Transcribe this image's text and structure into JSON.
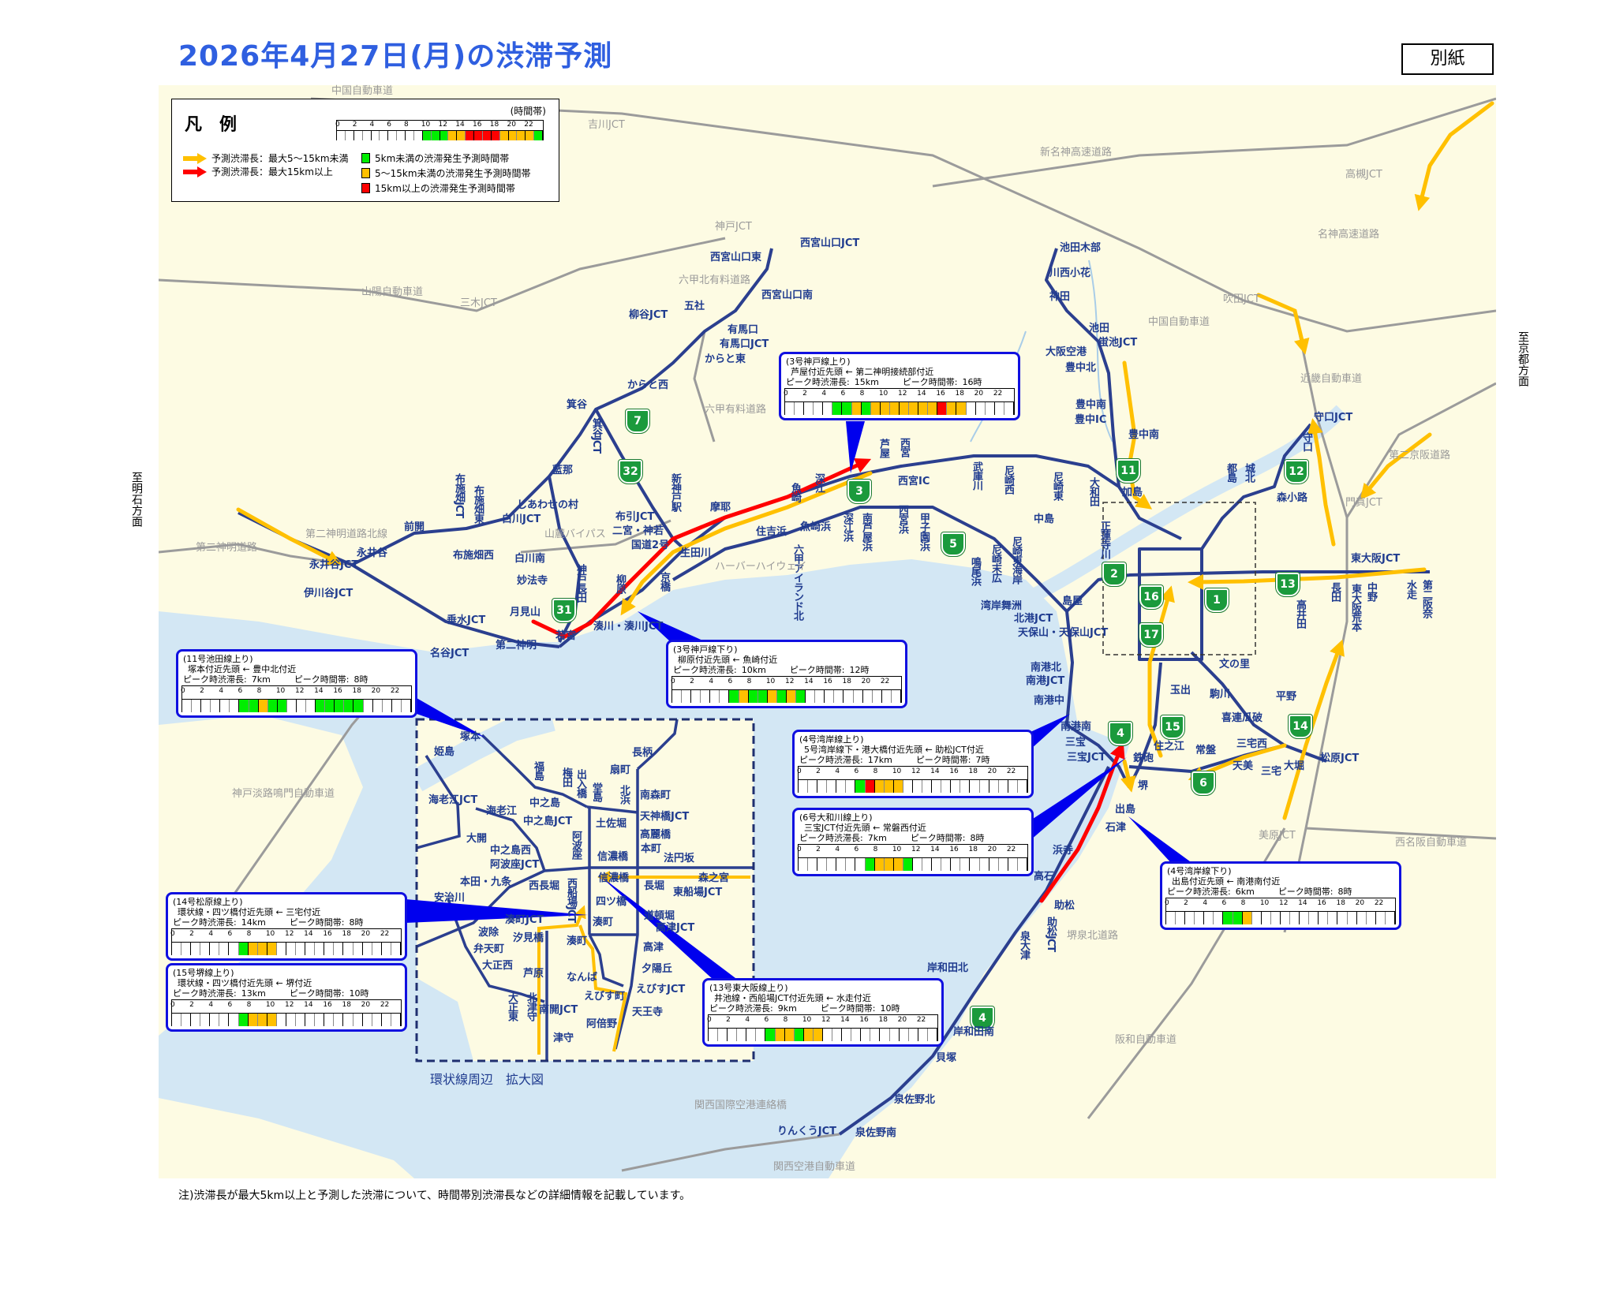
{
  "header": {
    "title": "2026年4月27日(月)の渋滞予測",
    "attachment_label": "別紙"
  },
  "side_labels": {
    "west": "至明石方面",
    "east": "至京都方面"
  },
  "colors": {
    "green": "#00ee00",
    "orange": "#ffc000",
    "red": "#ff0000",
    "white": "#ffffff",
    "route": "#2b3f8f",
    "callout_border": "#1010e0",
    "sea": "#d3e7f4",
    "land": "#fdfbe3"
  },
  "legend": {
    "title": "凡　例",
    "time_band_label": "(時間帯)",
    "hours": [
      "0",
      "2",
      "4",
      "6",
      "8",
      "10",
      "12",
      "14",
      "16",
      "18",
      "20",
      "22"
    ],
    "sample_cells": "wwwwwwwwwwgggoorrrroooog",
    "arrow_orange": "予測渋滞長：最大5～15km未満",
    "arrow_red": "予測渋滞長：最大15km以上",
    "swatch_green": "5km未満の渋滞発生予測時間帯",
    "swatch_orange": "5～15km未満の渋滞発生予測時間帯",
    "swatch_red": "15km以上の渋滞発生予測時間帯"
  },
  "callout_labels": {
    "peak_length": "ピーク時渋滞長:",
    "peak_time": "ピーク時間帯:"
  },
  "callouts": [
    {
      "route": "(3号神戸線上り)",
      "section": "芦屋付近先頭 ← 第二神明接続部付近",
      "peak_length": "15km",
      "peak_time": "16時",
      "cells": "wwwwwggogoooooooroowwwww"
    },
    {
      "route": "(3号神戸線下り)",
      "section": "柳原付近先頭 ← 魚崎付近",
      "peak_length": "10km",
      "peak_time": "12時",
      "cells": "wwwwwwgoggogogwwwwwwwwww"
    },
    {
      "route": "(11号池田線上り)",
      "section": "塚本付近先頭 ← 豊中北付近",
      "peak_length": "7km",
      "peak_time": "8時",
      "cells": "wwwwwwggoggwwwgggggwwwww"
    },
    {
      "route": "(4号湾岸線上り)",
      "section": "5号湾岸線下・港大橋付近先頭 ← 助松JCT付近",
      "peak_length": "17km",
      "peak_time": "7時",
      "cells": "wwwwwwgrooowwwwwwwwwwwww"
    },
    {
      "route": "(6号大和川線上り)",
      "section": "三宝JCT付近先頭 ← 常磐西付近",
      "peak_length": "7km",
      "peak_time": "8時",
      "cells": "wwwwwwwgooogwwwwwwwwwwww"
    },
    {
      "route": "(4号湾岸線下り)",
      "section": "出島付近先頭 ← 南港南付近",
      "peak_length": "6km",
      "peak_time": "8時",
      "cells": "wwwwwwggowwwwwwwwwwwwwww"
    },
    {
      "route": "(14号松原線上り)",
      "section": "環状線・四ツ橋付近先頭 ← 三宅付近",
      "peak_length": "14km",
      "peak_time": "8時",
      "cells": "wwwwwwwgooowwwwwwwwwwwww"
    },
    {
      "route": "(15号堺線上り)",
      "section": "環状線・四ツ橋付近先頭 ← 堺付近",
      "peak_length": "13km",
      "peak_time": "10時",
      "cells": "wwwwwwwgooowwwwwwwwwwwww"
    },
    {
      "route": "(13号東大阪線上り)",
      "section": "井池線・西船場JCT付近先頭 ← 水走付近",
      "peak_length": "9km",
      "peak_time": "10時",
      "cells": "wwwwwwgoogoowwwwwwwwwwww"
    }
  ],
  "map": {
    "stations": [
      "西宮山口JCT",
      "西宮山口東",
      "西宮山口南",
      "五社",
      "柳谷JCT",
      "有馬口",
      "有馬口JCT",
      "からと東",
      "からと西",
      "箕谷",
      "箕谷JCT",
      "藍那",
      "しあわせの村",
      "白川JCT",
      "布引JCT",
      "二宮・神若",
      "国道2号",
      "新神戸駅",
      "白川南",
      "妙法寺",
      "神戸長田",
      "月見山",
      "若宮",
      "湊川・湊川JCT",
      "第二神明",
      "垂水JCT",
      "名谷JCT",
      "伊川谷JCT",
      "永井谷JCT",
      "永井谷",
      "前開",
      "布施畑JCT",
      "布施畑東",
      "布施畑西",
      "生田川",
      "京橋",
      "柳原",
      "摩耶",
      "住吉浜",
      "魚崎浜",
      "魚崎",
      "深江",
      "芦屋",
      "西宮",
      "西宮IC",
      "武庫川",
      "尼崎西",
      "尼崎東",
      "六甲アイランド北",
      "深江浜",
      "南芦屋浜",
      "西宮浜",
      "甲子園浜",
      "鳴尾浜",
      "尼崎末広",
      "尼崎東海岸",
      "湾岸舞洲",
      "北港JCT",
      "中島",
      "島屋",
      "天保山・天保山JCT",
      "南港北",
      "南港JCT",
      "南港中",
      "南港南",
      "三宝",
      "三宝JCT",
      "鉄砲",
      "堺",
      "出島",
      "石津",
      "浜寺",
      "高石",
      "助松",
      "助松JCT",
      "泉大津",
      "岸和田北",
      "岸和田南",
      "貝塚",
      "泉佐野北",
      "泉佐野南",
      "りんくうJCT",
      "池田木部",
      "川西小花",
      "神田",
      "池田",
      "蛍池JCT",
      "大阪空港",
      "豊中北",
      "豊中南",
      "豊中IC",
      "豊中南",
      "加島",
      "大和田",
      "守口JCT",
      "守口",
      "都島",
      "城北",
      "森小路",
      "東大阪JCT",
      "高井田",
      "長田",
      "東大阪荒本",
      "中野",
      "水走",
      "第二阪奈",
      "文の里",
      "玉出",
      "駒川",
      "平野",
      "喜連瓜破",
      "住之江",
      "常盤",
      "三宅西",
      "三宅",
      "天美",
      "大堀",
      "松原JCT",
      "正蓮寺川"
    ],
    "inset_stations": [
      "塚本",
      "姫島",
      "福島",
      "梅田",
      "出入橋",
      "堂島",
      "扇町",
      "長柄",
      "南森町",
      "北浜",
      "天神橋JCT",
      "海老江JCT",
      "海老江",
      "中之島",
      "中之島JCT",
      "土佐堀",
      "高麗橋",
      "大開",
      "阿波座",
      "本町",
      "中之島西",
      "信濃橋",
      "法円坂",
      "阿波座JCT",
      "本田・九条",
      "西長堀",
      "信濃橋",
      "森之宮",
      "長堀",
      "東船場JCT",
      "安治川",
      "西船場JCT",
      "四ツ橋",
      "道頓堀",
      "湊町JCT",
      "湊町",
      "波除",
      "高津JCT",
      "汐見橋",
      "湊町",
      "高津",
      "弁天町",
      "大正西",
      "夕陽丘",
      "芦原",
      "なんば",
      "えびすJCT",
      "南開JCT",
      "えびす町",
      "大正東",
      "北津守",
      "天王寺",
      "阿倍野",
      "津守"
    ],
    "expressways": [
      "中国自動車道",
      "中国自動車道",
      "吉川JCT",
      "新名神高速道路",
      "高槻JCT",
      "名神高速道路",
      "神戸JCT",
      "山陽自動車道",
      "三木JCT",
      "六甲北有料道路",
      "六甲有料道路",
      "吹田JCT",
      "近畿自動車道",
      "第二京阪道路",
      "門真JCT",
      "第二神明道路北線",
      "第二神明道路",
      "山麓バイパス",
      "ハーバーハイウェイ",
      "神戸淡路鳴門自動車道",
      "美原JCT",
      "西名阪自動車道",
      "堺泉北道路",
      "阪和自動車道",
      "関西国際空港連絡橋",
      "関西空港自動車道"
    ],
    "shields": [
      "7",
      "32",
      "3",
      "5",
      "2",
      "11",
      "12",
      "13",
      "16",
      "1",
      "17",
      "15",
      "4",
      "6",
      "14",
      "31",
      "4"
    ],
    "inset_caption": "環状線周辺　拡大図"
  },
  "footnote": "注)渋滞長が最大5km以上と予測した渋滞について、時間帯別渋滞長などの詳細情報を記載しています。"
}
